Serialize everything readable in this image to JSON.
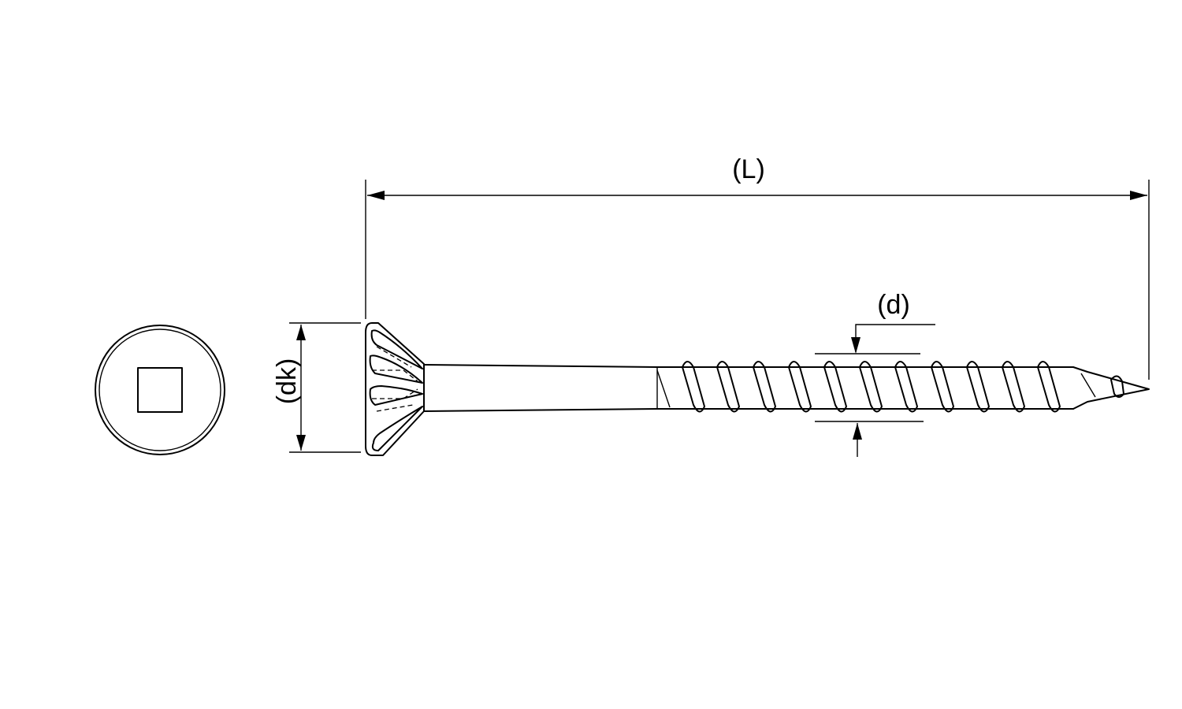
{
  "dimensions": {
    "length_label": "(L)",
    "diameter_label": "(d)",
    "head_diameter_label": "(dk)"
  },
  "views": {
    "top_view": "square-drive-head",
    "side_view": "screw-profile"
  },
  "colors": {
    "line": "#000000",
    "background": "#ffffff"
  }
}
